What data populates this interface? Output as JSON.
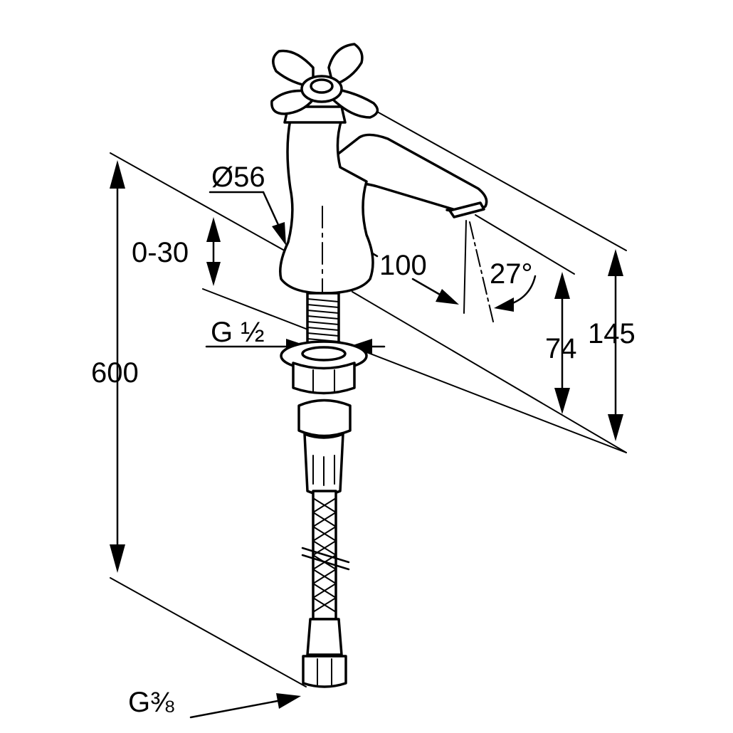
{
  "dimensions": {
    "diameter": "Ø56",
    "adjust_range": "0-30",
    "spout_reach": "100",
    "spout_angle": "27°",
    "outlet_height": "74",
    "total_height": "145",
    "hose_length": "600",
    "tail_thread": "G ½",
    "hose_thread": "G⅜"
  }
}
